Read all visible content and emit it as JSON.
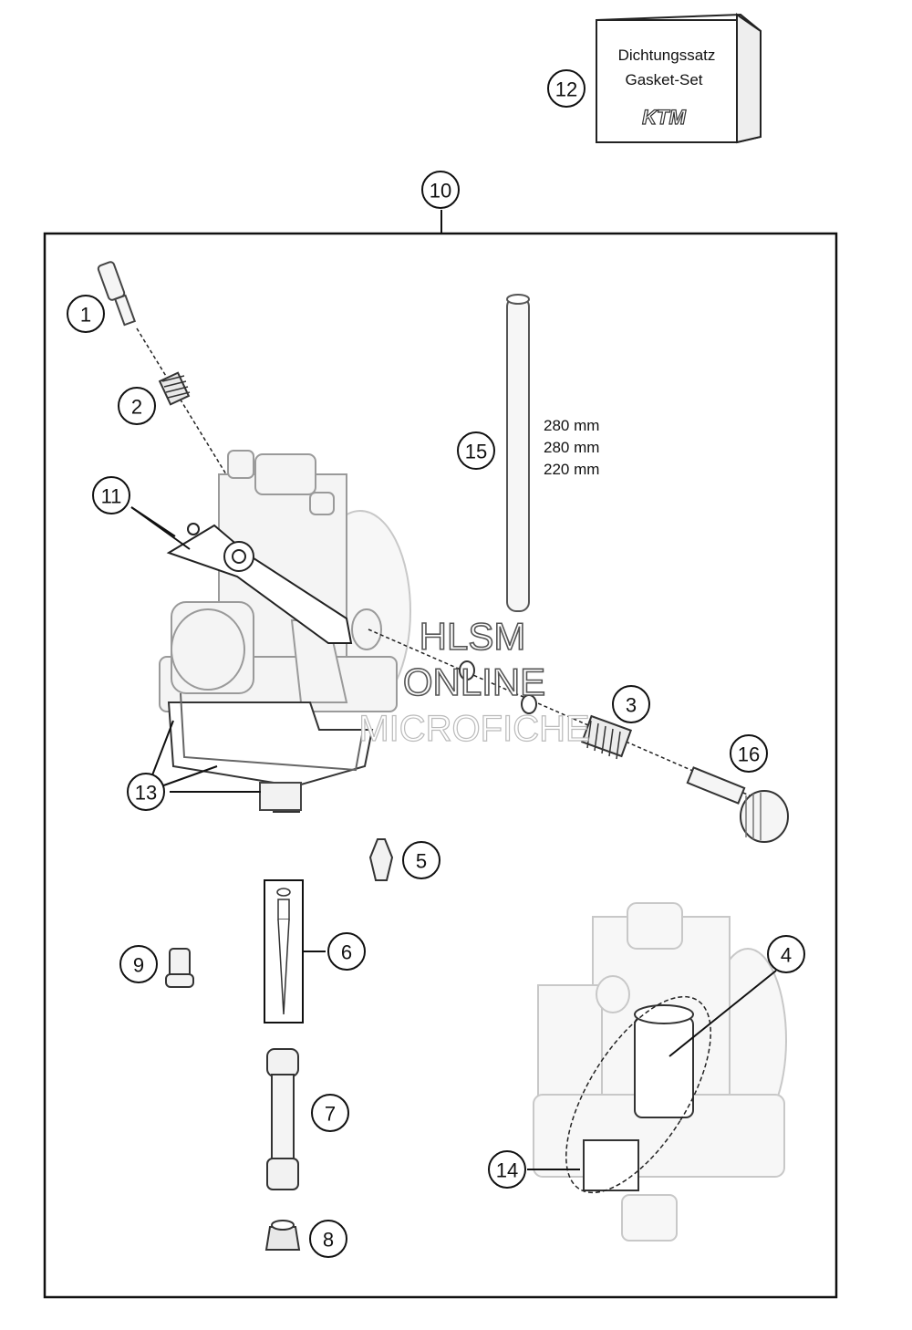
{
  "gasket_box": {
    "line1": "Dichtungssatz",
    "line2": "Gasket-Set",
    "logo": "KTM"
  },
  "dimensions": {
    "line1": "280 mm",
    "line2": "280 mm",
    "line3": "220 mm"
  },
  "watermark": {
    "line1": "HLSM",
    "line2": "ONLINE",
    "line3": "MICROFICHE"
  },
  "callouts": {
    "c1": "1",
    "c2": "2",
    "c3": "3",
    "c4": "4",
    "c5": "5",
    "c6": "6",
    "c7": "7",
    "c8": "8",
    "c9": "9",
    "c10": "10",
    "c11": "11",
    "c12": "12",
    "c13": "13",
    "c14": "14",
    "c15": "15",
    "c16": "16"
  }
}
